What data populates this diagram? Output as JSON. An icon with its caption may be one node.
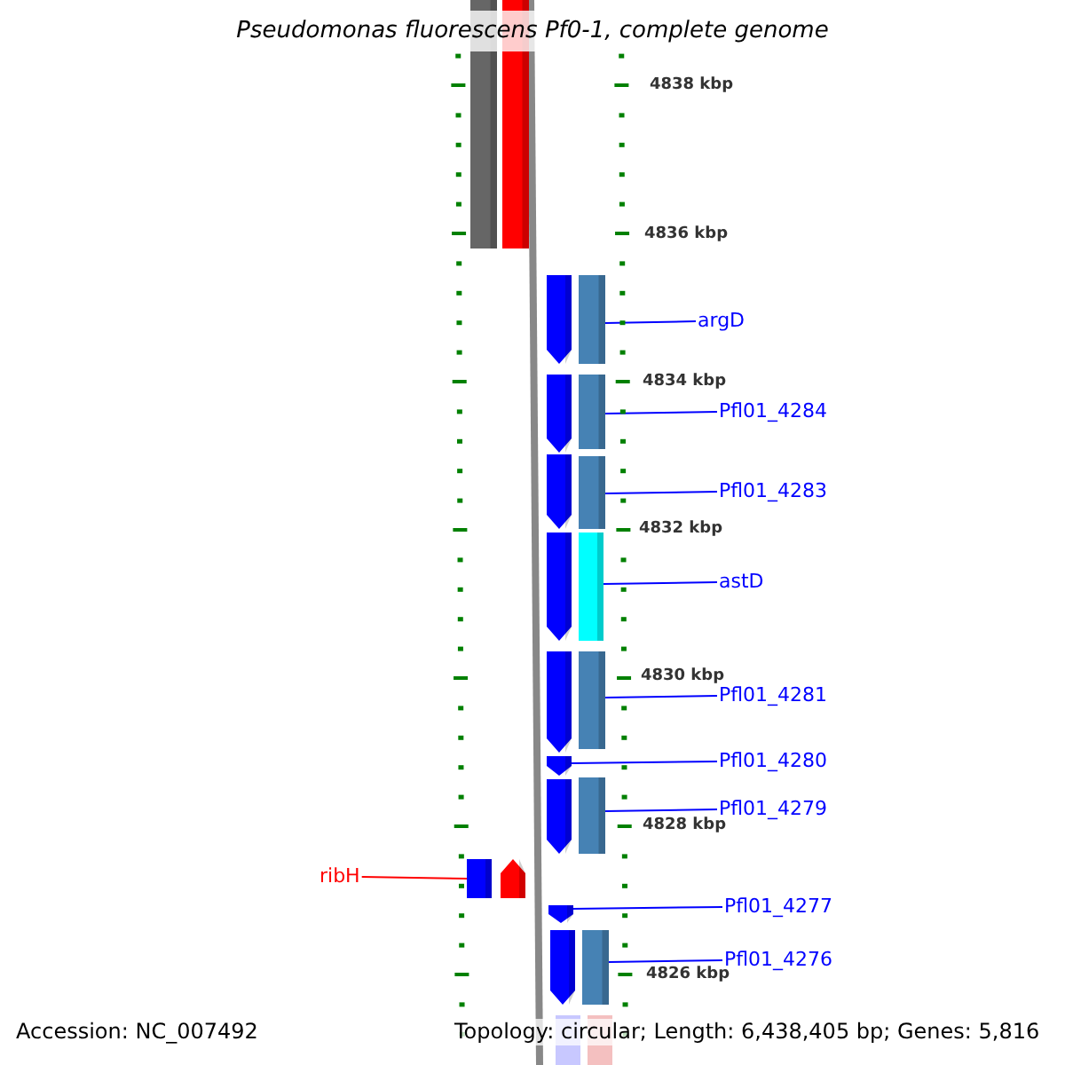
{
  "diagram": {
    "title": "Pseudomonas fluorescens Pf0-1, complete genome",
    "nodes": [
      {
        "text": [],
        "shape": "bar"
      },
      {
        "text": [],
        "shape": "bar"
      },
      {
        "text": [],
        "shape": "pentagon"
      },
      {
        "text": [],
        "shape": "bar"
      },
      {
        "text": [],
        "shape": "pentagon"
      },
      {
        "text": [],
        "shape": "bar"
      },
      {
        "text": [],
        "shape": "pentagon"
      },
      {
        "text": [],
        "shape": "bar"
      },
      {
        "text": [],
        "shape": "pentagon"
      },
      {
        "text": [],
        "shape": "bar"
      },
      {
        "text": [],
        "shape": "pentagon"
      },
      {
        "text": [],
        "shape": "bar"
      },
      {
        "text": [],
        "shape": "pentagon"
      },
      {
        "text": [],
        "shape": "pentagon"
      },
      {
        "text": [],
        "shape": "bar"
      },
      {
        "text": [],
        "shape": "bar"
      },
      {
        "text": [],
        "shape": "pentagon"
      },
      {
        "text": [],
        "shape": "pentagon"
      },
      {
        "text": [],
        "shape": "pentagon"
      },
      {
        "text": [],
        "shape": "bar"
      },
      {
        "text": [
          "argD"
        ]
      },
      {
        "text": [
          "Pfl01_4284"
        ]
      },
      {
        "text": [
          "Pfl01_4283"
        ]
      },
      {
        "text": [
          "astD"
        ]
      },
      {
        "text": [
          "Pfl01_4281"
        ]
      },
      {
        "text": [
          "Pfl01_4280"
        ]
      },
      {
        "text": [
          "Pfl01_4279"
        ]
      },
      {
        "text": [
          "ribH"
        ]
      },
      {
        "text": [
          "Pfl01_4277"
        ]
      },
      {
        "text": [
          "Pfl01_4276"
        ]
      }
    ],
    "edges": [
      {
        "from": 20,
        "to": 3,
        "arrow": "none"
      },
      {
        "from": 21,
        "to": 5,
        "arrow": "none"
      },
      {
        "from": 22,
        "to": 7,
        "arrow": "none"
      },
      {
        "from": 23,
        "to": 9,
        "arrow": "none"
      },
      {
        "from": 24,
        "to": 11,
        "arrow": "none"
      },
      {
        "from": 25,
        "to": 12,
        "arrow": "none"
      },
      {
        "from": 26,
        "to": 14,
        "arrow": "none"
      },
      {
        "from": 27,
        "to": 15,
        "arrow": "none",
        "color": "#ff0000"
      },
      {
        "from": 28,
        "to": 17,
        "arrow": "none"
      },
      {
        "from": 29,
        "to": 19,
        "arrow": "none"
      }
    ],
    "labels": [
      "4838 kbp",
      "4836 kbp",
      "4834 kbp",
      "4832 kbp",
      "4830 kbp",
      "4828 kbp",
      "4826 kbp",
      "Accession: NC_007492",
      "Topology: circular; Length: 6,438,405 bp; Genes: 5,816"
    ]
  }
}
